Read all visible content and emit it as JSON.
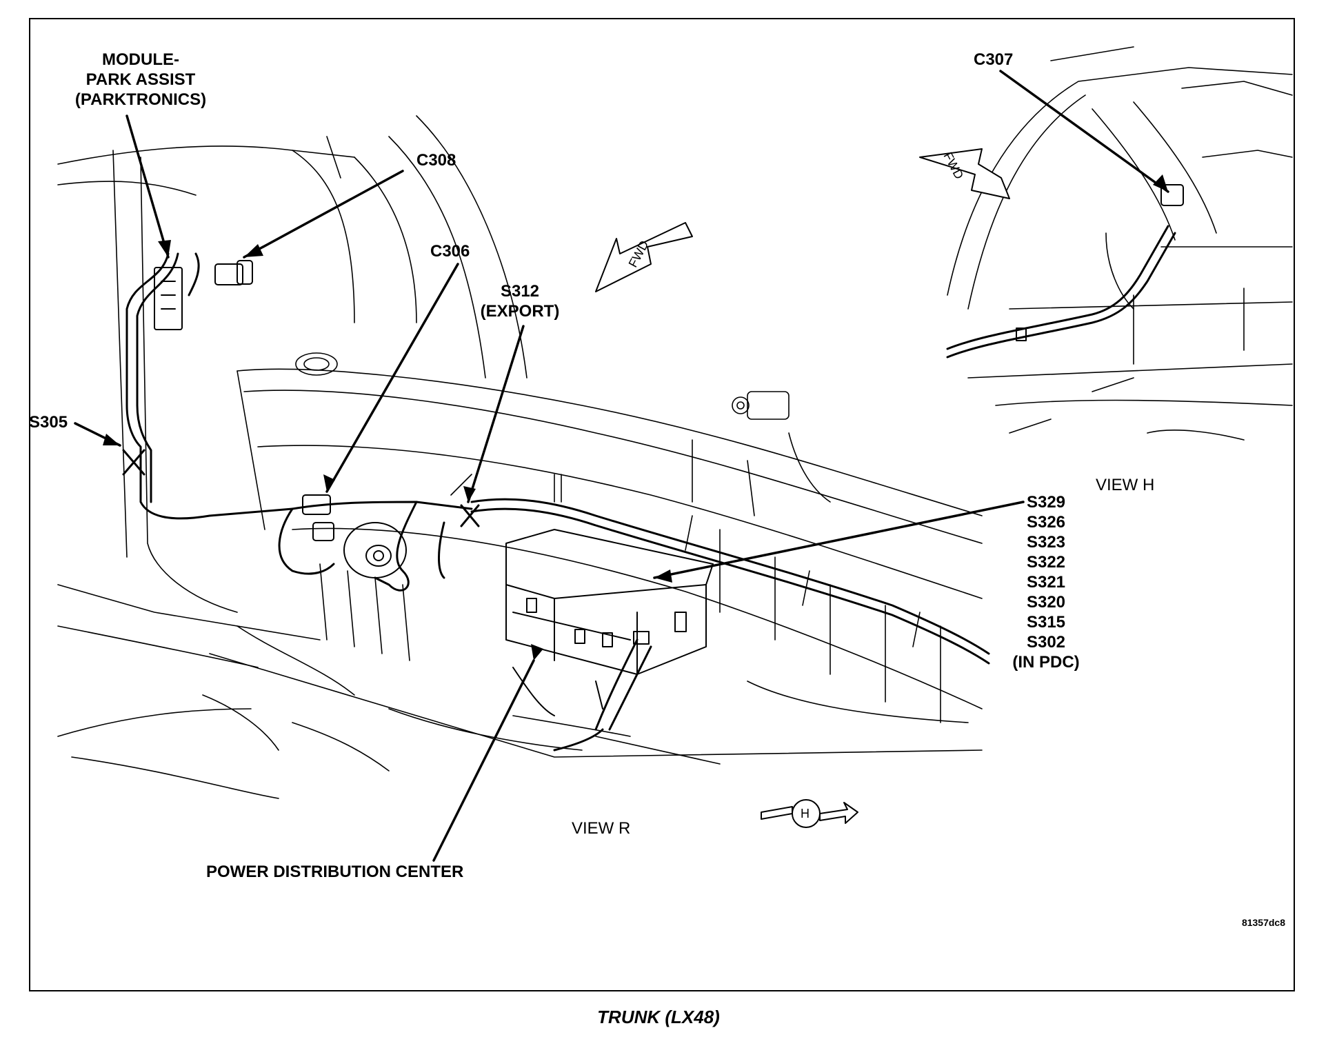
{
  "labels": {
    "module": [
      "MODULE-",
      "PARK ASSIST",
      "(PARKTRONICS)"
    ],
    "c308": "C308",
    "c306": "C306",
    "s312": [
      "S312",
      "(EXPORT)"
    ],
    "s305": "S305",
    "c307": "C307",
    "pdc": "POWER DISTRIBUTION CENTER",
    "splices": [
      "S329",
      "S326",
      "S323",
      "S322",
      "S321",
      "S320",
      "S315",
      "S302",
      "(IN PDC)"
    ]
  },
  "views": {
    "view_r": "VIEW R",
    "view_h": "VIEW H"
  },
  "arrows": {
    "fwd": "FWD",
    "view_marker": "H"
  },
  "figure_id": "81357dc8",
  "caption": "TRUNK (LX48)"
}
